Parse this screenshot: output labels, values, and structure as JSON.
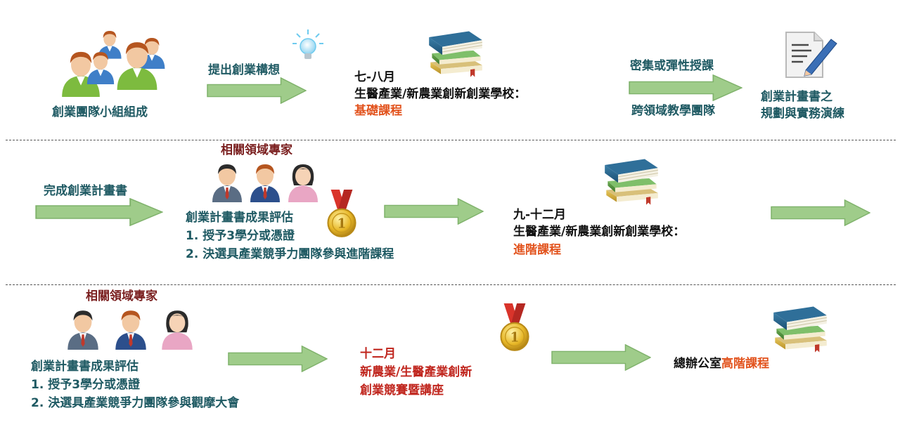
{
  "colors": {
    "teal_text": "#1f5a63",
    "orange_text": "#e2531d",
    "maroon_text": "#7a1f1f",
    "arrow_fill": "#9fcc8a",
    "arrow_stroke": "#7fb26b"
  },
  "icons": [
    "team-group-icon",
    "lightbulb-icon",
    "books-icon",
    "document-pen-icon",
    "experts-icon",
    "medal-icon"
  ],
  "row1": {
    "team_label": "創業團隊小組組成",
    "arrow1_label": "提出創業構想",
    "school_line1": "七-八月",
    "school_line2": "生醫產業/新農業創新創業學校：",
    "school_course": "基礎課程",
    "arrow2_label_top": "密集或彈性授課",
    "arrow2_label_bottom": "跨領域教學團隊",
    "plan_line1": "創業計畫書之",
    "plan_line2": "規劃與實務演練"
  },
  "row2": {
    "arrow1_label": "完成創業計畫書",
    "experts_label": "相關領域專家",
    "eval_title": "創業計畫書成果評估",
    "eval_item1": "1. 授予3學分或憑證",
    "eval_item2": "2. 決選具產業競爭力團隊參與進階課程",
    "school_line1": "九-十二月",
    "school_line2": "生醫產業/新農業創新創業學校：",
    "school_course": "進階課程"
  },
  "row3": {
    "experts_label": "相關領域專家",
    "eval_title": "創業計畫書成果評估",
    "eval_item1": "1. 授予3學分或憑證",
    "eval_item2": "2. 決選具產業競爭力團隊參與觀摩大會",
    "comp_line1": "十二月",
    "comp_line2": "新農業/生醫產業創新",
    "comp_line3": "創業競賽暨講座",
    "office_prefix": "總辦公室",
    "office_course": "高階課程"
  }
}
